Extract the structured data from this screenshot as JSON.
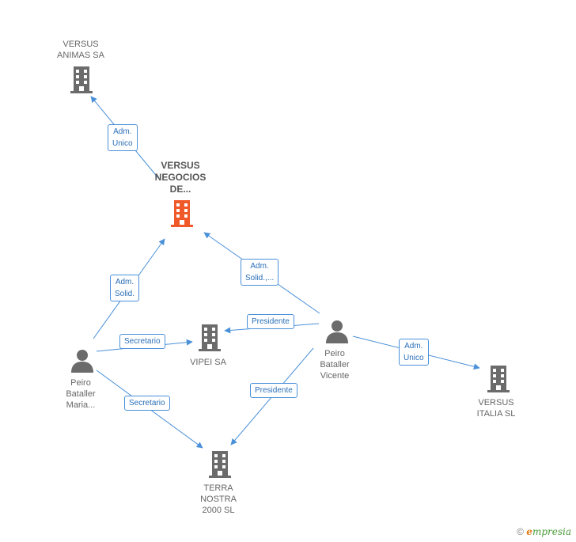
{
  "nodes": {
    "versus_animas": {
      "label": "VERSUS\nANIMAS SA",
      "type": "company"
    },
    "versus_negocios": {
      "label": "VERSUS\nNEGOCIOS\nDE...",
      "type": "company-main"
    },
    "vipei": {
      "label": "VIPEI SA",
      "type": "company"
    },
    "terra_nostra": {
      "label": "TERRA\nNOSTRA\n2000  SL",
      "type": "company"
    },
    "versus_italia": {
      "label": "VERSUS\nITALIA SL",
      "type": "company"
    },
    "peiro_maria": {
      "label": "Peiro\nBataller\nMaria...",
      "type": "person"
    },
    "peiro_vicente": {
      "label": "Peiro\nBataller\nVicente",
      "type": "person"
    }
  },
  "edges": {
    "adm_unico_animas": "Adm.\nUnico",
    "adm_solid_maria": "Adm.\nSolid.",
    "adm_solid_vicente": "Adm.\nSolid.,...",
    "presidente_vipei": "Presidente",
    "secretario_vipei": "Secretario",
    "presidente_terra": "Presidente",
    "secretario_terra": "Secretario",
    "adm_unico_italia": "Adm.\nUnico"
  },
  "colors": {
    "edge": "#4a90d9",
    "company_icon": "#6b6b6b",
    "main_icon": "#f05a2a",
    "person_icon": "#6b6b6b"
  },
  "footer": {
    "copyright": "©",
    "brand_first": "e",
    "brand_rest": "mpresia"
  }
}
